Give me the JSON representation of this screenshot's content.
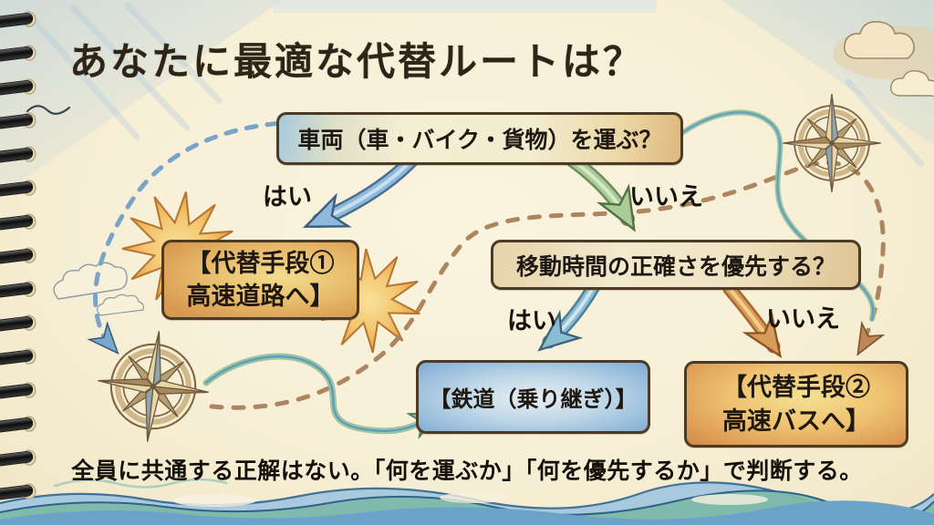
{
  "title": "あなたに最適な代替ルートは？",
  "flowchart": {
    "q1": "車両（車・バイク・貨物）を運ぶ？",
    "branch1_yes": "はい",
    "branch1_no": "いいえ",
    "result1_line1": "【代替手段①",
    "result1_line2": "高速道路へ】",
    "q2": "移動時間の正確さを優先する？",
    "branch2_yes": "はい",
    "branch2_no": "いいえ",
    "result_rail": "【鉄道（乗り継ぎ）】",
    "result2_line1": "【代替手段②",
    "result2_line2": "高速バスへ】"
  },
  "caption": "全員に共通する正解はない。「何を運ぶか」「何を優先するか」で判断する。",
  "icons": {
    "compass_rose": "compass-rose-icon",
    "spiral_binding": "spiral-binding",
    "starburst": "starburst-shape",
    "bird": "bird-icon",
    "cloud": "cloud-icon",
    "waves": "ocean-waves-illustration"
  },
  "colors": {
    "paper": "#f7efd6",
    "ink": "#2b2115",
    "highway_box": "#e2a95f",
    "rail_box": "#a8c8e0",
    "question_box": "#efe3c2",
    "arrow_yes_blue": "#8fb9da",
    "arrow_no_green": "#aacd96",
    "arrow_no_orange": "#d99c58",
    "dashed_route_blue": "#7aa3c8",
    "dashed_route_brown": "#ad8660"
  }
}
